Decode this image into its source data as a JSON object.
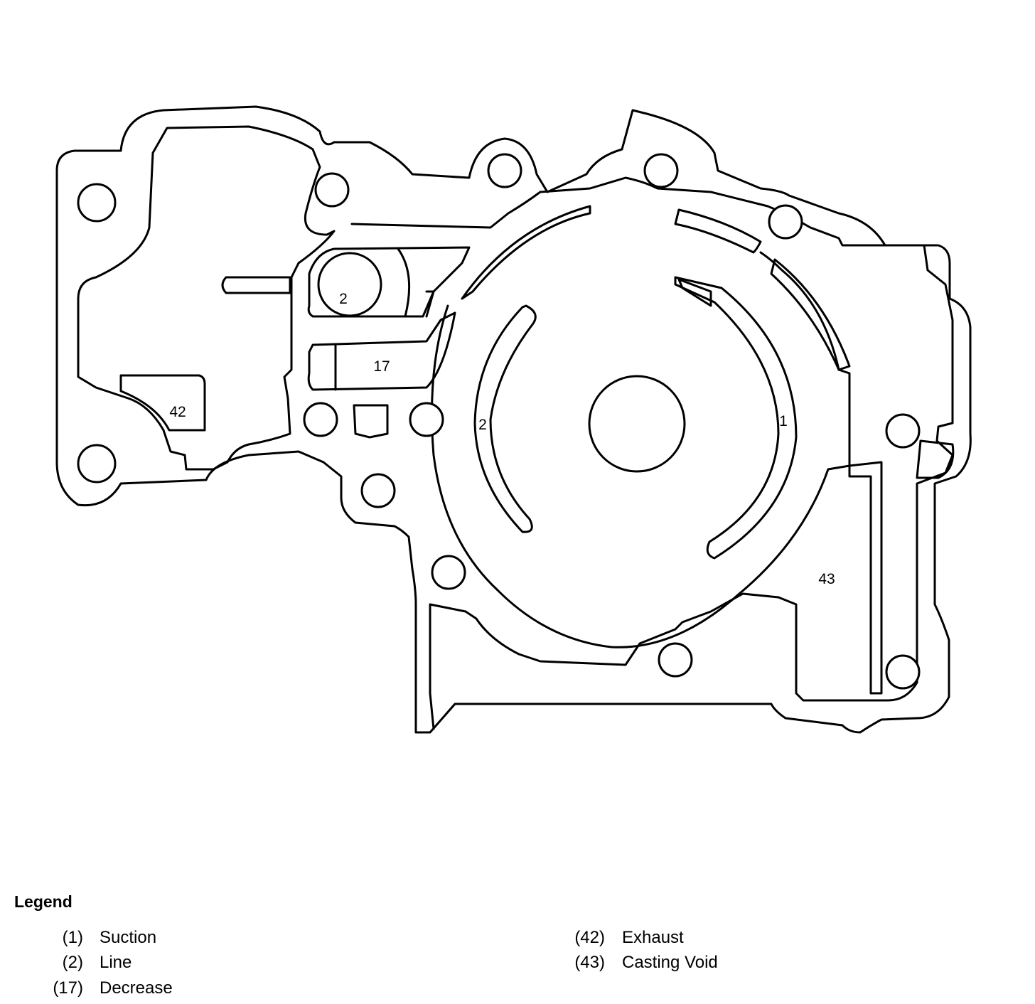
{
  "diagram": {
    "callouts": {
      "bore_2": "2",
      "passage_17": "17",
      "passage_42": "42",
      "arc_2": "2",
      "arc_1": "1",
      "void_43": "43"
    }
  },
  "legend": {
    "title": "Legend",
    "items": [
      {
        "num": "(1)",
        "label": "Suction"
      },
      {
        "num": "(2)",
        "label": "Line"
      },
      {
        "num": "(17)",
        "label": "Decrease"
      },
      {
        "num": "(42)",
        "label": "Exhaust"
      },
      {
        "num": "(43)",
        "label": "Casting Void"
      }
    ]
  }
}
